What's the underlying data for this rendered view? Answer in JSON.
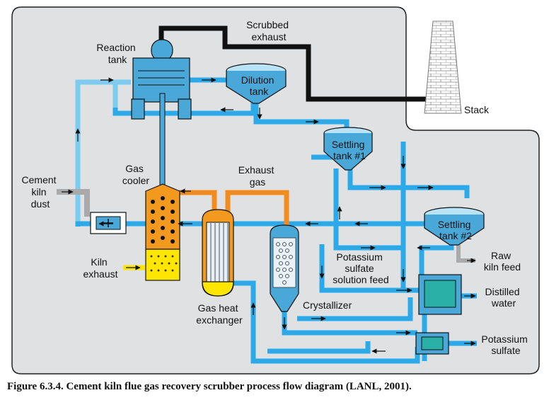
{
  "diagram": {
    "labels": {
      "scrubbed_exhaust": [
        "Scrubbed",
        "exhaust"
      ],
      "reaction_tank": [
        "Reaction",
        "tank"
      ],
      "dilution_tank": [
        "Dilution",
        "tank"
      ],
      "stack": "Stack",
      "settling_tank_1": [
        "Settling",
        "tank #1"
      ],
      "settling_tank_2": [
        "Settling",
        "tank #2"
      ],
      "gas_cooler": [
        "Gas",
        "cooler"
      ],
      "exhaust_gas": [
        "Exhaust",
        "gas"
      ],
      "cement_kiln_dust": [
        "Cement",
        "kiln",
        "dust"
      ],
      "kiln_exhaust": [
        "Kiln",
        "exhaust"
      ],
      "potassium_sulfate_feed": [
        "Potassium",
        "sulfate",
        "solution feed"
      ],
      "raw_kiln_feed": [
        "Raw",
        "kiln feed"
      ],
      "distilled_water": [
        "Distilled",
        "water"
      ],
      "gas_heat_exchanger": [
        "Gas heat",
        "exchanger"
      ],
      "crystallizer": "Crystallizer",
      "potassium_sulfate": [
        "Potassium",
        "sulfate"
      ]
    },
    "colors": {
      "background_panel": "#dfe1e3",
      "pipe_liquid": "#2ba9e8",
      "pipe_light": "#7ecbf0",
      "exhaust_line": "#111111",
      "gas_line": "#f28c1e",
      "vessel_blue": "#4aa8d8",
      "cooler_orange": "#f39a1e",
      "yellow": "#ffe600",
      "gray_feed": "#a9a9a9"
    }
  },
  "caption": "Figure 6.3.4. Cement kiln flue gas recovery scrubber process flow diagram  (LANL, 2001)."
}
